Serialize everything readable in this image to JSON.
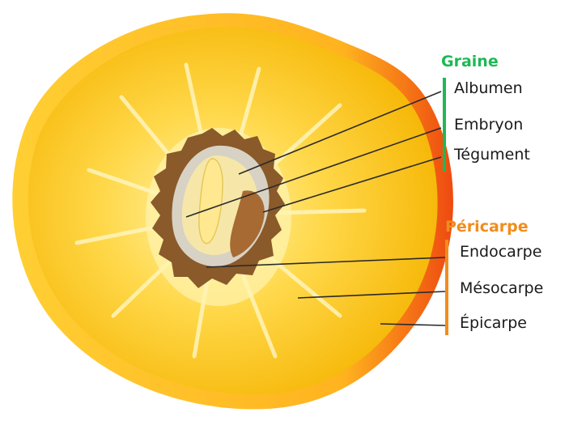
{
  "colors": {
    "graine": "#1db954",
    "pericarpe": "#f28c1c",
    "epicarpe": "#f07a1a",
    "mesocarpe": "#ffcc33",
    "endocarpe": "#8a5a2b",
    "leader_line": "#2a2a2a"
  },
  "graine": {
    "title": "Graine",
    "labels": [
      {
        "key": "albumen",
        "text": "Albumen"
      },
      {
        "key": "embryon",
        "text": "Embryon"
      },
      {
        "key": "tegument",
        "text": "Tégument"
      }
    ]
  },
  "pericarpe": {
    "title": "Péricarpe",
    "labels": [
      {
        "key": "endocarpe",
        "text": "Endocarpe"
      },
      {
        "key": "mesocarpe",
        "text": "Mésocarpe"
      },
      {
        "key": "epicarpe",
        "text": "Épicarpe"
      }
    ]
  }
}
